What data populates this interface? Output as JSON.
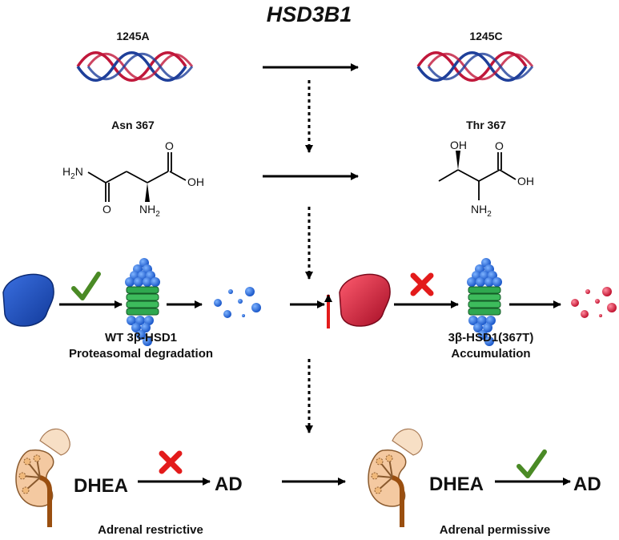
{
  "title": "HSD3B1",
  "allele_left": "1245A",
  "allele_right": "1245C",
  "aa_left": "Asn 367",
  "aa_right": "Thr 367",
  "chem_left": {
    "nh2_label_h": "H",
    "nh2_label_sub": "2",
    "nh2_label_n": "N",
    "amine_n": "NH",
    "amine_sub": "2",
    "oh": "OH",
    "o1": "O",
    "o2": "O"
  },
  "chem_right": {
    "oh_top": "OH",
    "oh": "OH",
    "o1": "O",
    "amine_n": "NH",
    "amine_sub": "2"
  },
  "wt_label_1": "WT 3β-HSD1",
  "wt_label_2": "Proteasomal degradation",
  "mut_label_1": "3β-HSD1(367T)",
  "mut_label_2": "Accumulation",
  "dhea_left": "DHEA",
  "ad_left": "AD",
  "dhea_right": "DHEA",
  "ad_right": "AD",
  "adrenal_left": "Adrenal restrictive",
  "adrenal_right": "Adrenal permissive",
  "colors": {
    "wt_protein": "#1f4fc8",
    "mut_protein": "#d81c3a",
    "check": "#4a8a25",
    "cross": "#e31b1b",
    "proteasome": "#2fa84f",
    "blue_ball": "#2b6fdc",
    "kidney": "#f4c9a1"
  }
}
